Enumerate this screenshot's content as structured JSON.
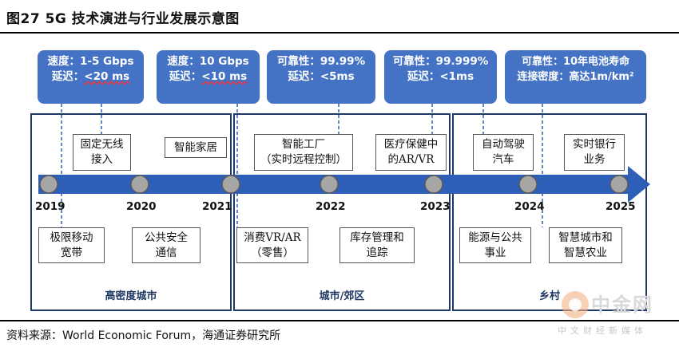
{
  "title": "图27 5G 技术演进与行业发展示意图",
  "source": "资料来源：World Economic Forum，海通证券研究所",
  "colors": {
    "arrow": "#2e5fb8",
    "callout": "#4472c4",
    "zone_border": "#1f3864",
    "dot": "#a6a6a6"
  },
  "callouts": [
    {
      "line1": "速度：1-5 Gbps",
      "line2a": "延迟：",
      "line2b": "<20 ms"
    },
    {
      "line1": "速度：10 Gbps",
      "line2a": "延迟：",
      "line2b": "<10 ms"
    },
    {
      "line1": "可靠性：99.99%",
      "line2a": "延迟：",
      "line2b": "<5ms"
    },
    {
      "line1": "可靠性：99.999%",
      "line2a": "延迟：",
      "line2b": "<1ms"
    },
    {
      "line1": "可靠性：10年电池寿命",
      "line2a": "连接密度：高达1m/",
      "line2b": "km²"
    }
  ],
  "years": [
    "2019",
    "2020",
    "2021",
    "2022",
    "2023",
    "2024",
    "2025"
  ],
  "apps_top": [
    {
      "line1": "固定无线",
      "line2": "接入"
    },
    {
      "line1": "智能家居",
      "line2": ""
    },
    {
      "line1": "智能工厂",
      "line2": "（实时远程控制）"
    },
    {
      "line1": "医疗保健中",
      "line2": "的AR/VR"
    },
    {
      "line1": "自动驾驶",
      "line2": "汽车"
    },
    {
      "line1": "实时银行",
      "line2": "业务"
    }
  ],
  "apps_bottom": [
    {
      "line1": "极限移动",
      "line2": "宽带"
    },
    {
      "line1": "公共安全",
      "line2": "通信"
    },
    {
      "line1": "消费VR/AR",
      "line2": "（零售）"
    },
    {
      "line1": "库存管理和",
      "line2": "追踪"
    },
    {
      "line1": "能源与公共",
      "line2": "事业"
    },
    {
      "line1": "智慧城市和",
      "line2": "智慧农业"
    }
  ],
  "zones": [
    "高密度城市",
    "城市/郊区",
    "乡村"
  ],
  "watermark": {
    "text": "中金网",
    "sub": "中文财经新媒体"
  }
}
